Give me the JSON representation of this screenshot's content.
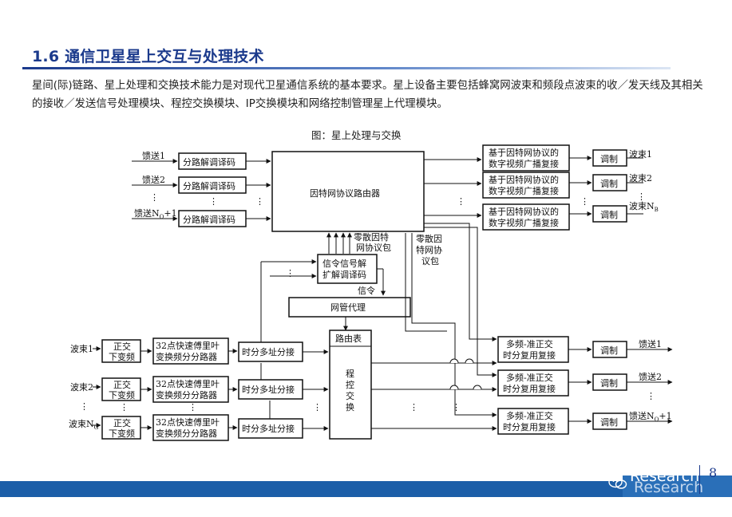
{
  "header": {
    "title": "1.6 通信卫星星上交互与处理技术",
    "body": "星间(际)链路、星上处理和交换技术能力是对现代卫星通信系统的基本要求。星上设备主要包括蜂窝网波束和频段点波束的收／发天线及其相关的接收／发送信号处理模块、程控交换模块、IP交换模块和网络控制管理星上代理模块。"
  },
  "figure": {
    "caption": "图：星上处理与交换",
    "feed_inputs": [
      "馈送1",
      "馈送2",
      "⋮",
      "馈送N",
      "+1"
    ],
    "demod_label": "分路解调译码",
    "router_label": "因特网协议路由器",
    "mux_broadcast_label_1": "基于因特网协议的",
    "mux_broadcast_label_2": "数字视频广播复接",
    "modulate_label": "调制",
    "beam_outputs": [
      "波束1",
      "波束2",
      "⋮",
      "波束N"
    ],
    "scattered_packet_left": [
      "零散因特",
      "网协议包"
    ],
    "scattered_packet_right": [
      "零散因",
      "特网协",
      "议包"
    ],
    "signal_demod_label": [
      "信令信号解",
      "扩解调译码"
    ],
    "signal_label": "信令",
    "nm_agent_label": "网管代理",
    "routing_table_label": "路由表",
    "program_switch_label": [
      "程",
      "控",
      "交",
      "换"
    ],
    "beam_inputs": [
      "波束1",
      "波束2",
      "⋮",
      "波束N"
    ],
    "downconvert_label": [
      "正交",
      "下变频"
    ],
    "fft_label": [
      "32点快速傅里叶",
      "变换频分分路器"
    ],
    "tdm_demux_label": "时分多址分接",
    "mf_mux_label": [
      "多频-准正交",
      "时分复用复接"
    ],
    "feed_outputs": [
      "馈送1",
      "馈送2",
      "⋮",
      "馈送N",
      "+1"
    ],
    "subscript_o": "O",
    "subscript_b": "B",
    "subscript_g": "G",
    "dots": "⋮"
  },
  "footer": {
    "brand": "Research",
    "page_number": "8"
  },
  "colors": {
    "title_blue": "#1b3a8c",
    "footer_blue": "#1c5ea8"
  }
}
